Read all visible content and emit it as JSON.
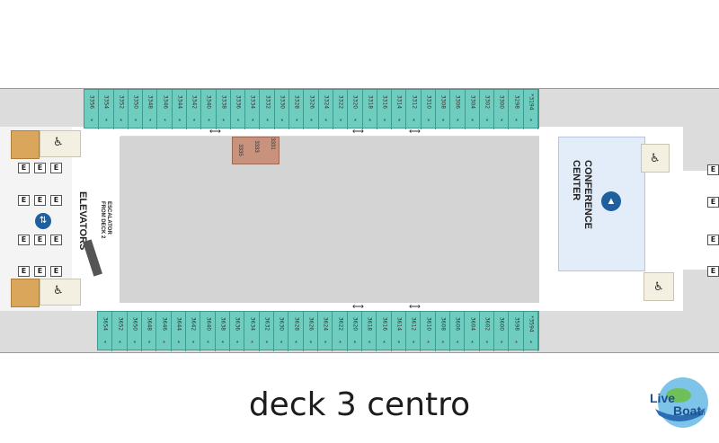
{
  "caption": "deck 3 centro",
  "logo_text": "LiveBoat.it",
  "labels": {
    "elevators": "ELEVATORS",
    "escalator": "ESCALATOR",
    "escalator_sub": "FROM DECK 2",
    "conference_line1": "CONFERENCE",
    "conference_line2": "CENTER",
    "elevator_letter": "E"
  },
  "cabins_top": [
    "3356",
    "3354",
    "3352",
    "3350",
    "3348",
    "3346",
    "3344",
    "3342",
    "3340",
    "3338",
    "3336",
    "3334",
    "3332",
    "3330",
    "3328",
    "3326",
    "3324",
    "3322",
    "3320",
    "3318",
    "3316",
    "3314",
    "3312",
    "3310",
    "3308",
    "3306",
    "3304",
    "3302",
    "3300",
    "3298",
    "*3194"
  ],
  "cabins_bottom": [
    "3654",
    "3652",
    "3650",
    "3648",
    "3646",
    "3644",
    "3642",
    "3640",
    "3638",
    "3636",
    "3634",
    "3632",
    "3630",
    "3628",
    "3626",
    "3624",
    "3622",
    "3620",
    "3618",
    "3616",
    "3614",
    "3612",
    "3610",
    "3608",
    "3606",
    "3604",
    "3602",
    "3600",
    "3598",
    "*3594"
  ],
  "suites": [
    "3335",
    "3333",
    "3331"
  ],
  "icons": {
    "wheelchair": "wheelchair-icon",
    "restroom": "restroom-icon",
    "elevator": "elevator-icon",
    "lift": "accessible-lift-icon",
    "conference": "conference-icon"
  },
  "colors": {
    "cabin": "#6ecdbf",
    "suite": "#c8927c",
    "conference": "#e3edf9",
    "corridor": "#ffffff",
    "deck": "#dcdcdc"
  }
}
